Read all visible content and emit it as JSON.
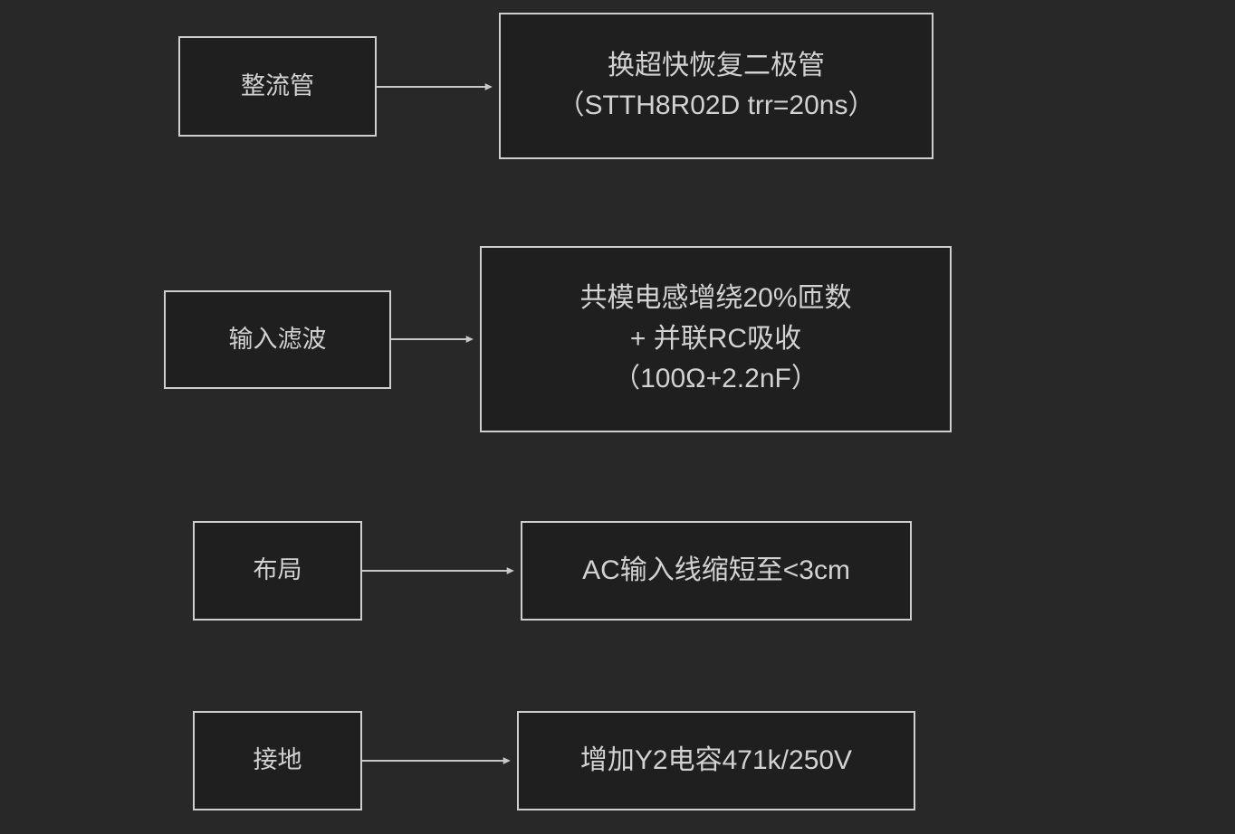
{
  "diagram": {
    "type": "flowchart",
    "direction": "left-to-right",
    "theme": {
      "background": "#282828",
      "node_fill": "#1f1f1f",
      "node_border": "#cfcfcf",
      "text": "#d2d2d2",
      "connector": "#c8c8c8"
    },
    "rows": [
      {
        "id": "row-rectifier",
        "source": {
          "label": "整流管"
        },
        "target": {
          "label": "换超快恢复二极管\n（STTH8R02D trr=20ns）"
        },
        "connector": {
          "style": "solid",
          "arrowhead": "filled-triangle"
        }
      },
      {
        "id": "row-input-filter",
        "source": {
          "label": "输入滤波"
        },
        "target": {
          "label": "共模电感增绕20%匝数\n+ 并联RC吸收\n（100Ω+2.2nF）"
        },
        "connector": {
          "style": "solid",
          "arrowhead": "filled-triangle"
        }
      },
      {
        "id": "row-layout",
        "source": {
          "label": "布局"
        },
        "target": {
          "label": "AC输入线缩短至<3cm"
        },
        "connector": {
          "style": "solid",
          "arrowhead": "filled-triangle"
        }
      },
      {
        "id": "row-grounding",
        "source": {
          "label": "接地"
        },
        "target": {
          "label": "增加Y2电容471k/250V"
        },
        "connector": {
          "style": "solid",
          "arrowhead": "filled-triangle"
        }
      }
    ]
  }
}
